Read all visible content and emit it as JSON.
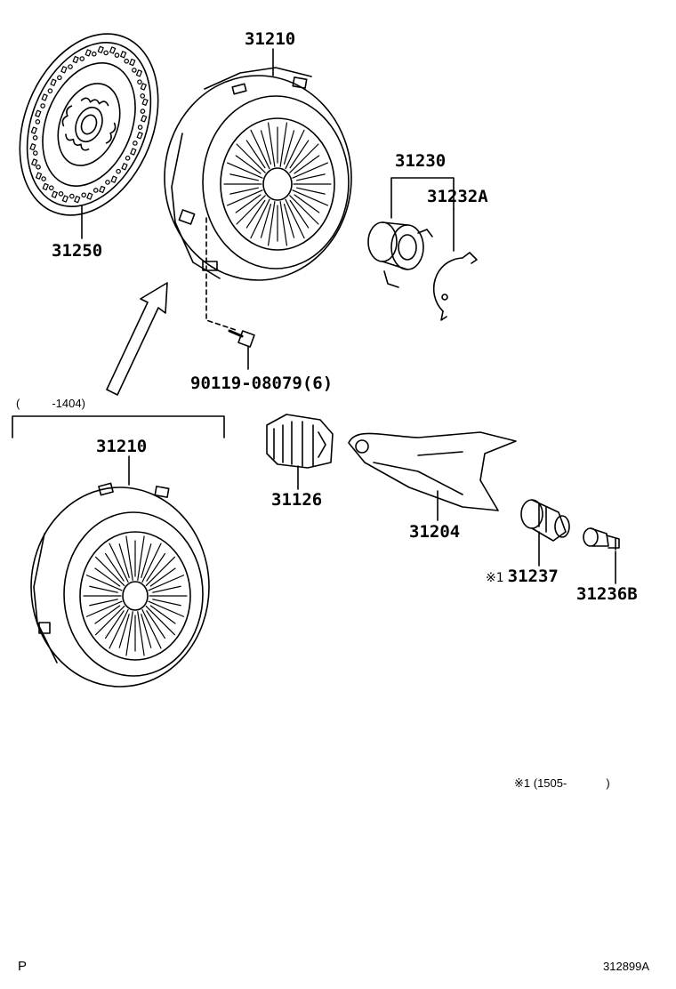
{
  "parts": {
    "clutch_disc": "31250",
    "clutch_cover_upper": "31210",
    "release_bearing_assy": "31230",
    "release_bearing_clip": "31232A",
    "bolt": "90119-08079(6)",
    "release_fork_boot": "31126",
    "release_fork": "31204",
    "fork_support_boot": "31237",
    "fork_support": "31236B",
    "clutch_cover_lower": "31210"
  },
  "notes": {
    "range_paren_open": "(",
    "range_upto": "-1404)",
    "mark_symbol": "※1",
    "mark_range": "(1505-",
    "mark_range_close": ")",
    "corner_letter": "P",
    "illustration_code": "312899A"
  },
  "colors": {
    "line": "#000000",
    "background": "#ffffff"
  }
}
